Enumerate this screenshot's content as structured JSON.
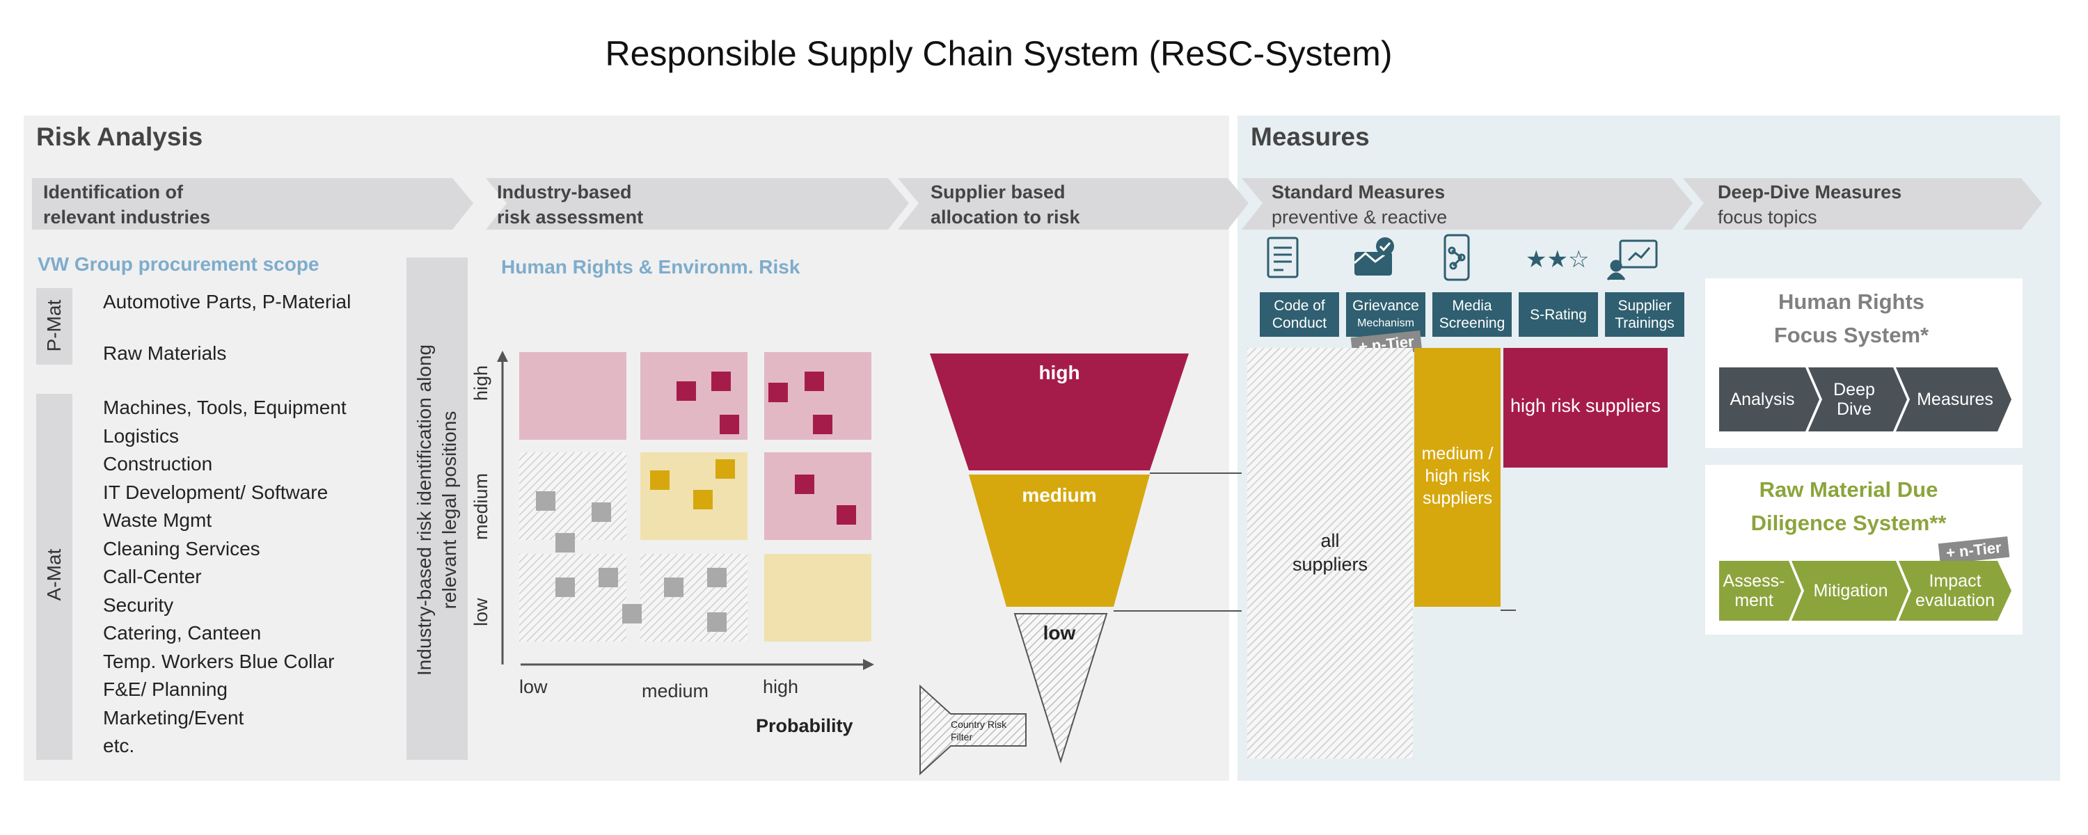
{
  "title": "Responsible Supply Chain System (ReSC-System)",
  "risk_analysis": {
    "title": "Risk Analysis",
    "steps": [
      {
        "line1": "Identification of",
        "line2": "relevant industries"
      },
      {
        "line1": "Industry-based",
        "line2": "risk assessment"
      },
      {
        "line1": "Supplier based",
        "line2": "allocation to risk"
      }
    ],
    "scope_title": "VW Group procurement scope",
    "p_mat_label": "P-Mat",
    "a_mat_label": "A-Mat",
    "p_mat_items": [
      "Automotive Parts, P-Material",
      "Raw Materials"
    ],
    "a_mat_items": [
      "Machines, Tools, Equipment",
      "Logistics",
      "Construction",
      "IT Development/ Software",
      "Waste Mgmt",
      "Cleaning Services",
      "Call-Center",
      "Security",
      "Catering, Canteen",
      "Temp. Workers Blue Collar",
      "F&E/ Planning",
      "Marketing/Event",
      "etc."
    ],
    "vertical_label_line1": "Industry-based risk identification along",
    "vertical_label_line2": "relevant legal positions",
    "matrix": {
      "title": "Human Rights & Environm. Risk",
      "y_ticks": [
        "low",
        "medium",
        "high"
      ],
      "x_ticks": [
        "low",
        "medium",
        "high"
      ],
      "x_axis_label": "Probability",
      "colors": {
        "high": "#a51c4b",
        "high_bg": "#e2b8c5",
        "medium": "#d6a80e",
        "medium_bg": "#f0e1ae",
        "low": "#a9a9a9"
      }
    },
    "funnel": {
      "high": "high",
      "medium": "medium",
      "low": "low",
      "filter_line1": "Country Risk",
      "filter_line2": "Filter"
    }
  },
  "measures": {
    "title": "Measures",
    "steps": [
      {
        "line1": "Standard Measures",
        "line2": "preventive & reactive"
      },
      {
        "line1": "Deep-Dive Measures",
        "line2": "focus topics"
      }
    ],
    "tools": [
      {
        "icon": "document-icon",
        "line1": "Code of",
        "line2": "Conduct"
      },
      {
        "icon": "grievance-icon",
        "line1": "Grievance",
        "line2": "Mechanism"
      },
      {
        "icon": "smartphone-icon",
        "line1": "Media",
        "line2": "Screening"
      },
      {
        "icon": "stars-icon",
        "line1": "S-Rating",
        "line2": ""
      },
      {
        "icon": "presentation-icon",
        "line1": "Supplier",
        "line2": "Trainings"
      }
    ],
    "n_tier": "+ n-Tier",
    "all_suppliers_line1": "all",
    "all_suppliers_line2": "suppliers",
    "medium_suppliers": [
      "medium /",
      "high risk",
      "suppliers"
    ],
    "high_suppliers": "high risk suppliers",
    "hr_focus": {
      "line1": "Human Rights",
      "line2": "Focus System*",
      "steps": [
        "Analysis",
        "Deep Dive",
        "Measures"
      ]
    },
    "raw_material": {
      "line1": "Raw Material Due",
      "line2": "Diligence System**",
      "n_tier": "+ n-Tier",
      "steps": [
        "Assess-ment",
        "Mitigation",
        "Impact evaluation"
      ]
    },
    "colors": {
      "dark": "#4a5258",
      "green": "#8ca43c",
      "teal": "#2f5f70",
      "magenta": "#a51c4b",
      "mustard": "#d6a80e"
    }
  }
}
